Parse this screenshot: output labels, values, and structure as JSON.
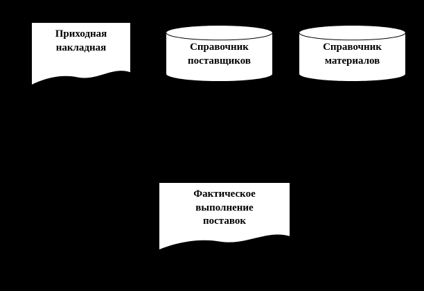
{
  "canvas": {
    "background": "#000000",
    "shape_fill": "#ffffff",
    "shape_line": "#000000",
    "text_color": "#000000"
  },
  "nodes": {
    "incoming_invoice": {
      "type": "document",
      "label": "Приходная\nнакладная"
    },
    "suppliers_directory": {
      "type": "cylinder",
      "label": "Справочник\nпоставщиков"
    },
    "materials_directory": {
      "type": "cylinder",
      "label": "Справочник\nматериалов"
    },
    "actual_deliveries": {
      "type": "document",
      "label": "Фактическое\nвыполнение\nпоставок"
    }
  }
}
